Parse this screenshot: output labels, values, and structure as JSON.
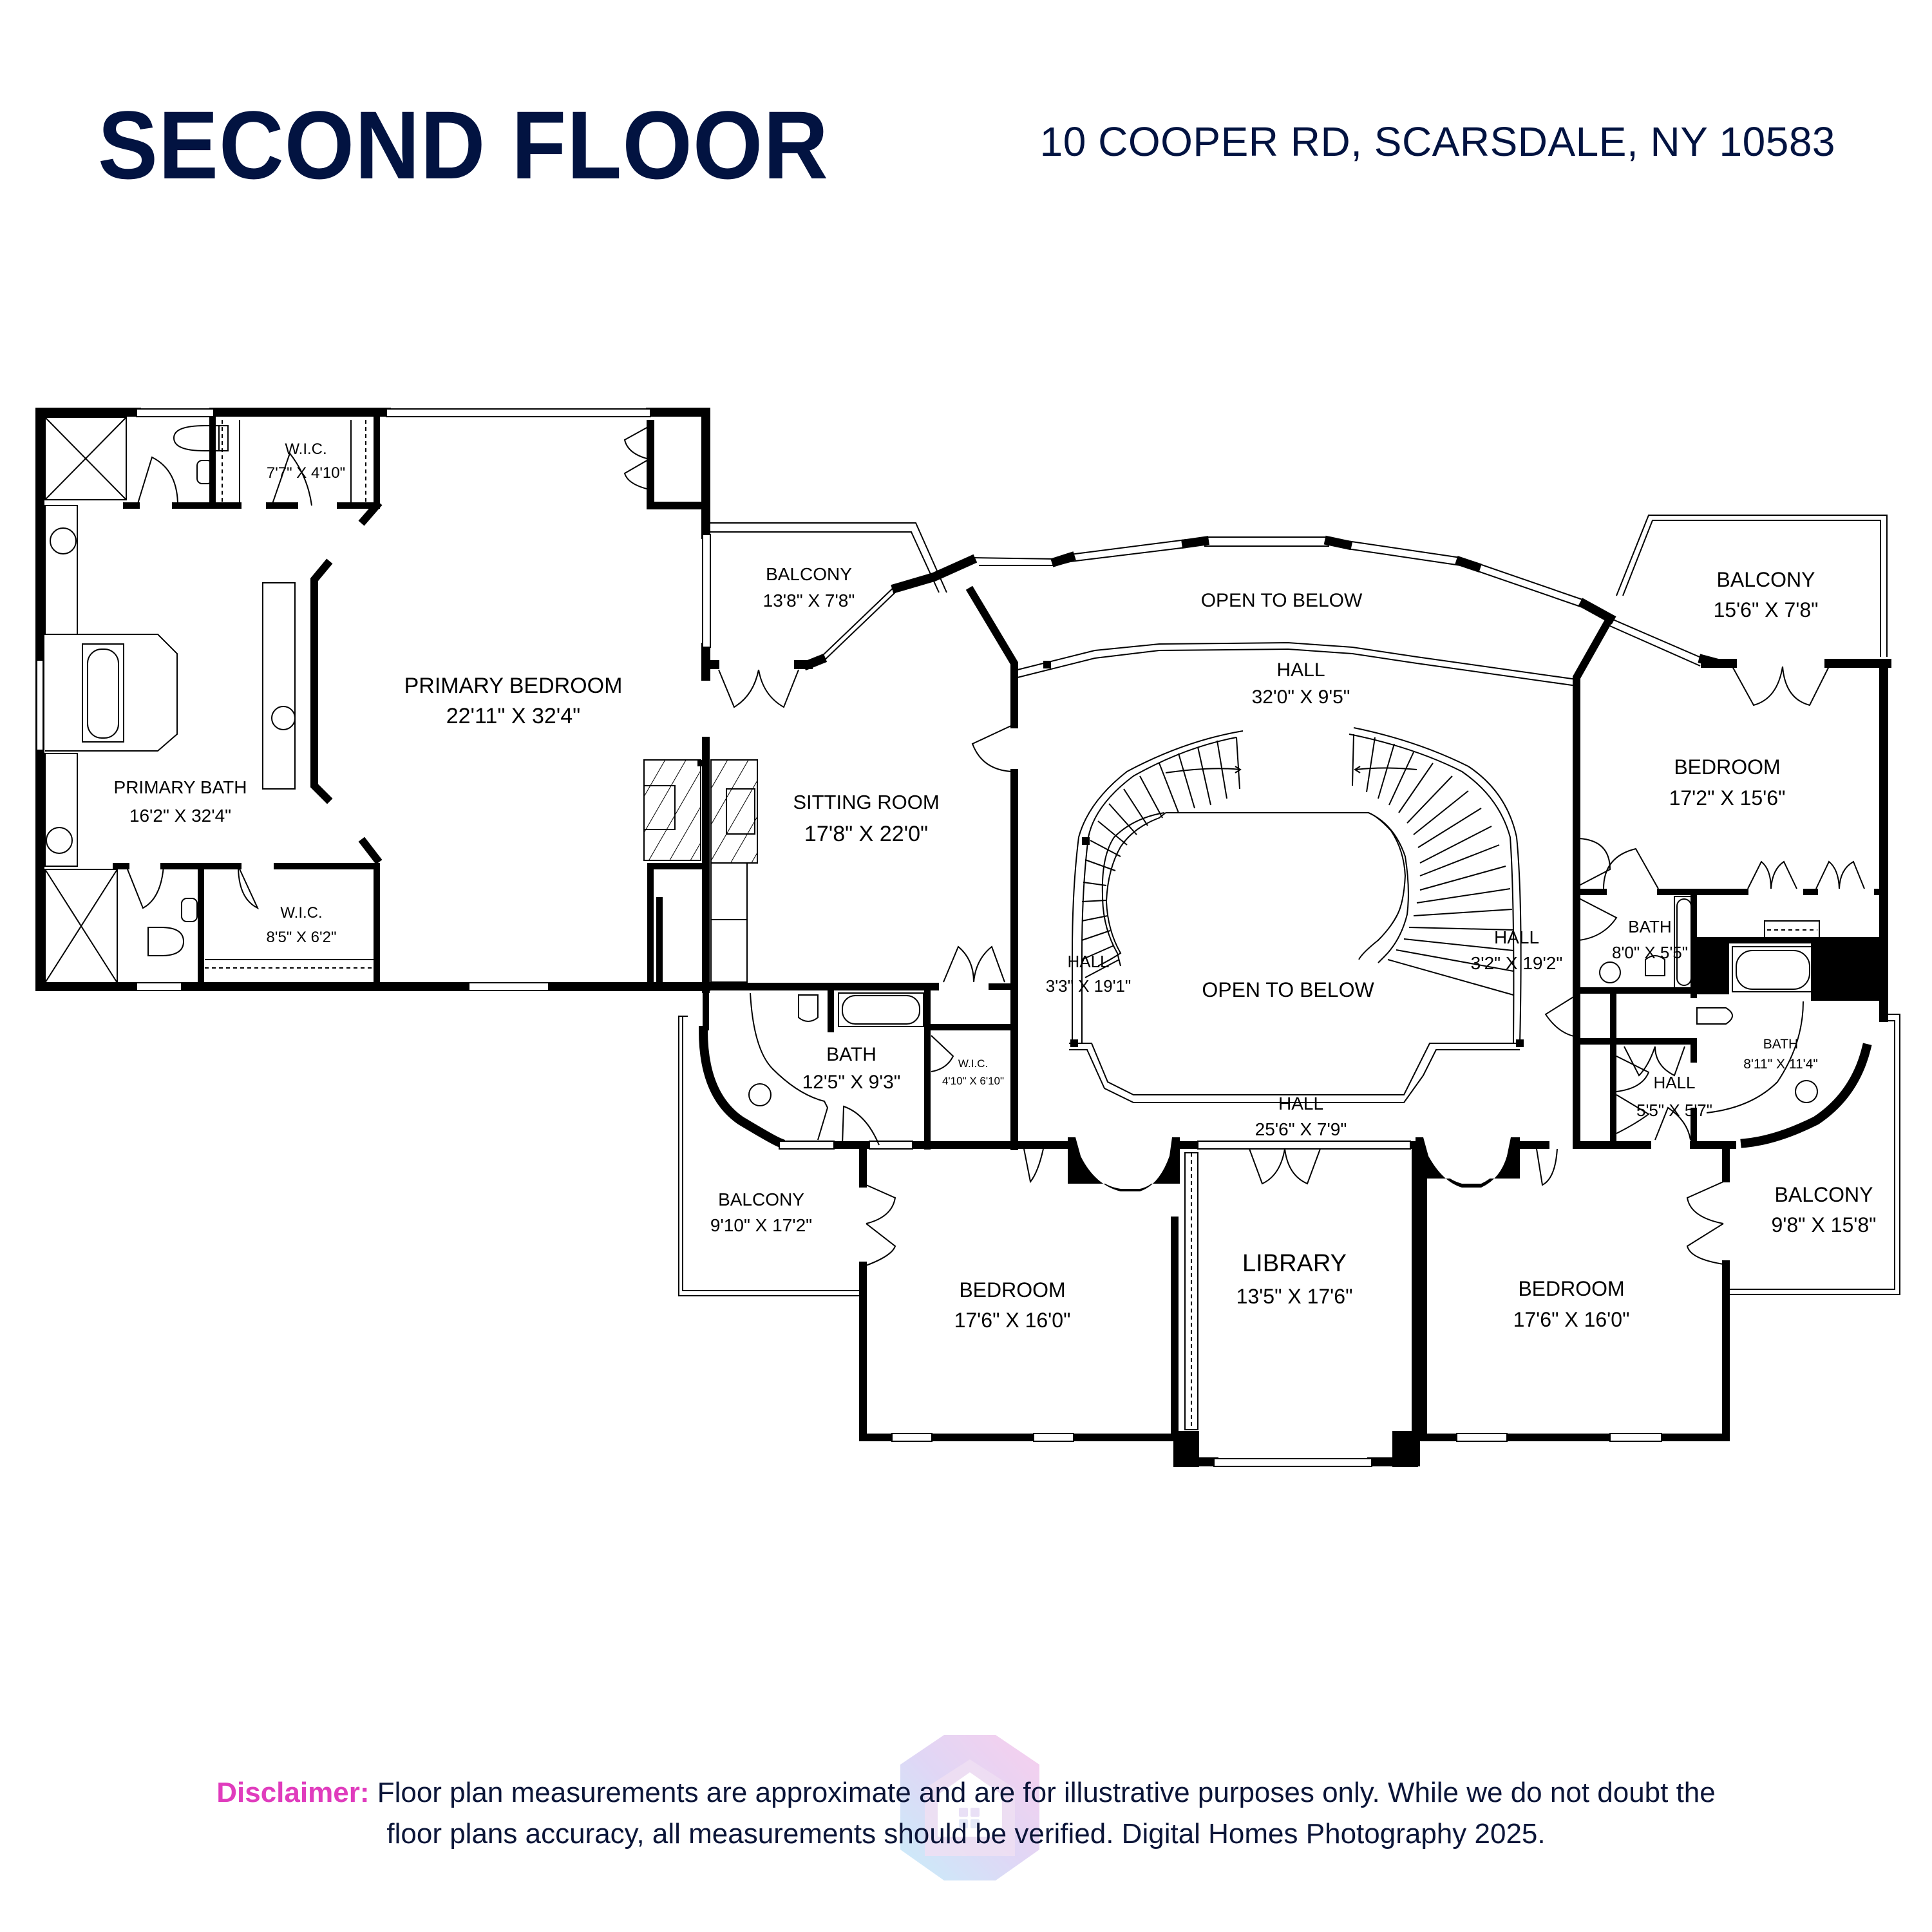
{
  "header": {
    "title": "SECOND FLOOR",
    "address": "10 COOPER RD, SCARSDALE, NY 10583"
  },
  "colors": {
    "title": "#021341",
    "disclaimer_lead": "#e03cbd",
    "disclaimer_text": "#0b1538",
    "wall": "#000000",
    "line": "#000000"
  },
  "rooms": {
    "primary_bath": {
      "name": "PRIMARY BATH",
      "dims": "16'2\" X 32'4\""
    },
    "wic_top": {
      "name": "W.I.C.",
      "dims": "7'7\" X 4'10\""
    },
    "wic_bottom": {
      "name": "W.I.C.",
      "dims": "8'5\" X 6'2\""
    },
    "primary_bedroom": {
      "name": "PRIMARY BEDROOM",
      "dims": "22'11\" X 32'4\""
    },
    "balcony_nw": {
      "name": "BALCONY",
      "dims": "13'8\" X 7'8\""
    },
    "sitting_room": {
      "name": "SITTING ROOM",
      "dims": "17'8\" X 22'0\""
    },
    "open_to_below_top": {
      "name": "OPEN TO BELOW"
    },
    "hall_top": {
      "name": "HALL",
      "dims": "32'0\" X 9'5\""
    },
    "hall_left": {
      "name": "HALL",
      "dims": "3'3\" X 19'1\""
    },
    "open_to_below_center": {
      "name": "OPEN TO BELOW"
    },
    "hall_right": {
      "name": "HALL",
      "dims": "3'2\" X 19'2\""
    },
    "hall_bottom": {
      "name": "HALL",
      "dims": "25'6\" X 7'9\""
    },
    "balcony_ne": {
      "name": "BALCONY",
      "dims": "15'6\" X 7'8\""
    },
    "bedroom_ne": {
      "name": "BEDROOM",
      "dims": "17'2\" X 15'6\""
    },
    "bath_ne": {
      "name": "BATH",
      "dims": "8'0\" X 5'5\""
    },
    "bath_se": {
      "name": "BATH",
      "dims": "8'11\" X 11'4\""
    },
    "hall_small": {
      "name": "HALL",
      "dims": "5'5\" X 5'7\""
    },
    "balcony_se": {
      "name": "BALCONY",
      "dims": "9'8\" X 15'8\""
    },
    "bath_sw": {
      "name": "BATH",
      "dims": "12'5\" X 9'3\""
    },
    "wic_sw": {
      "name": "W.I.C.",
      "dims": "4'10\" X 6'10\""
    },
    "balcony_sw": {
      "name": "BALCONY",
      "dims": "9'10\" X 17'2\""
    },
    "bedroom_sw": {
      "name": "BEDROOM",
      "dims": "17'6\" X 16'0\""
    },
    "library": {
      "name": "LIBRARY",
      "dims": "13'5\" X 17'6\""
    },
    "bedroom_se": {
      "name": "BEDROOM",
      "dims": "17'6\" X 16'0\""
    }
  },
  "footer": {
    "disclaimer_lead": "Disclaimer:",
    "disclaimer_line1": " Floor plan measurements are approximate and are for illustrative purposes only. While we do not doubt the",
    "disclaimer_line2": "floor plans accuracy, all measurements should be verified. Digital Homes Photography 2025.",
    "watermark_icon": "house-logo-icon"
  }
}
